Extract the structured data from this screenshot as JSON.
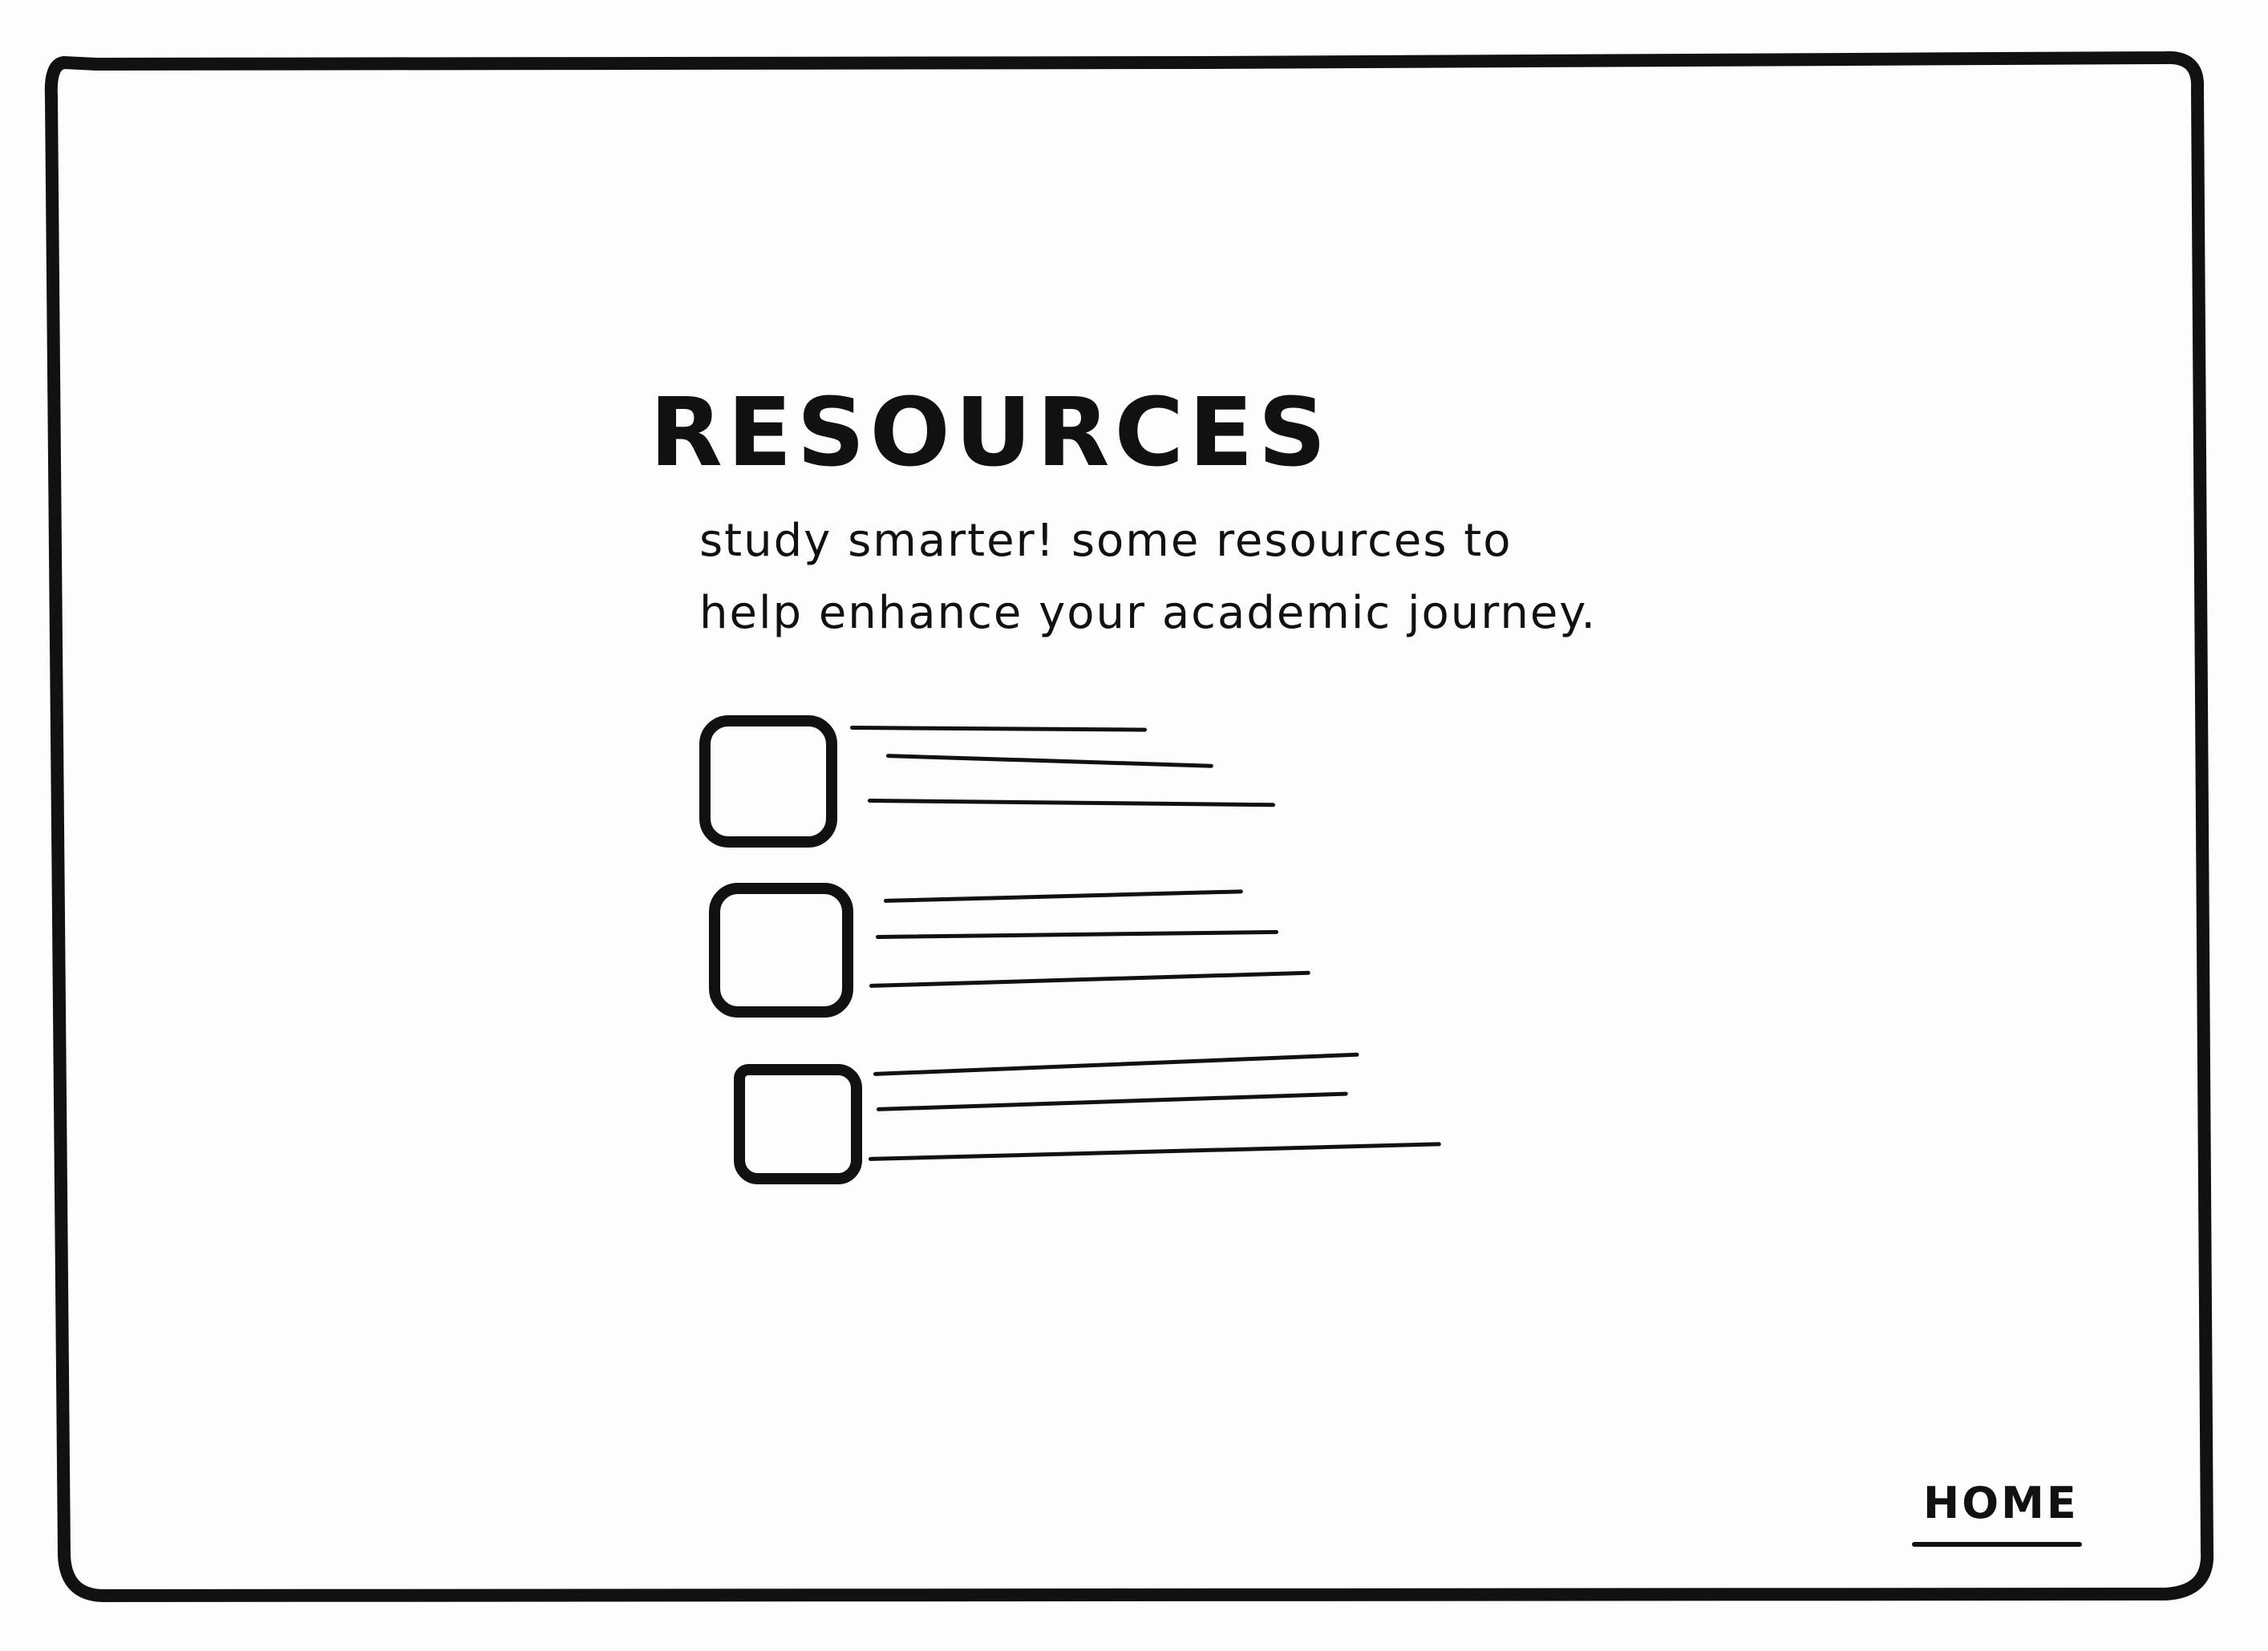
{
  "page": {
    "title": "RESOURCES",
    "subtitle_lines": [
      "study smarter! some resources to",
      "help enhance your academic journey."
    ]
  },
  "resource_list": {
    "items": [
      {
        "checked": false,
        "placeholder_lines": 3
      },
      {
        "checked": false,
        "placeholder_lines": 3
      },
      {
        "checked": false,
        "placeholder_lines": 3
      }
    ]
  },
  "nav": {
    "home_label": "HOME"
  }
}
